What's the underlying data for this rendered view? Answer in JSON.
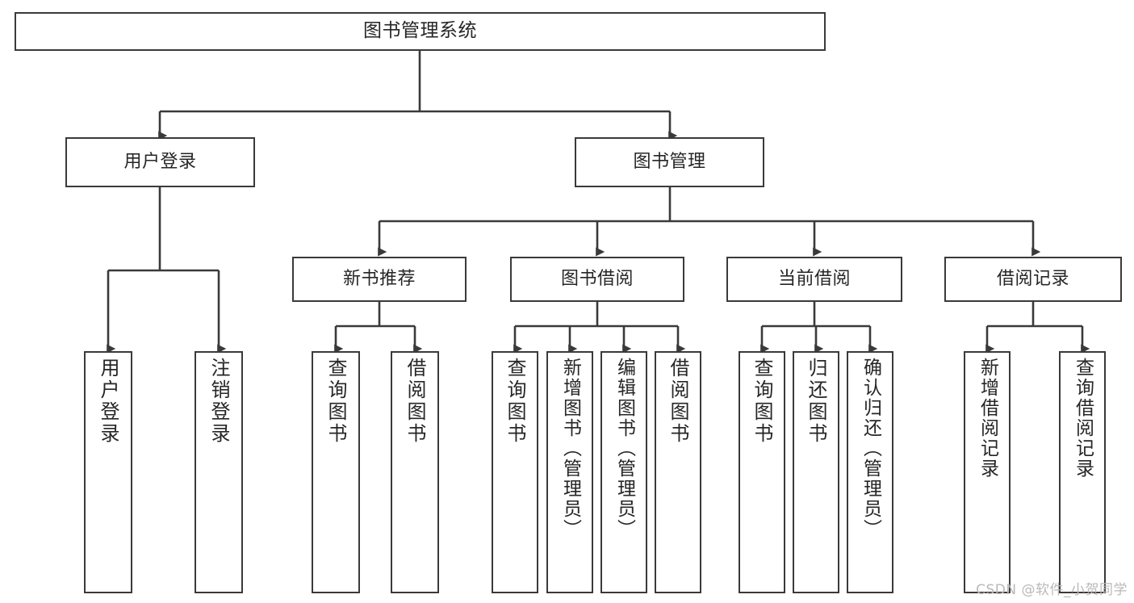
{
  "diagram": {
    "title": "图书管理系统",
    "type": "tree",
    "stroke_color": "#3a3a3a",
    "fill_color": "#ffffff",
    "text_color": "#262626",
    "root": {
      "id": "root",
      "label": "图书管理系统"
    },
    "level2": [
      {
        "id": "user-login",
        "label": "用户登录"
      },
      {
        "id": "book-manage",
        "label": "图书管理"
      }
    ],
    "level3": [
      {
        "id": "new-book-rec",
        "label": "新书推荐"
      },
      {
        "id": "book-borrow",
        "label": "图书借阅"
      },
      {
        "id": "current-borrow",
        "label": "当前借阅"
      },
      {
        "id": "borrow-record",
        "label": "借阅记录"
      }
    ],
    "leaves": [
      {
        "id": "leaf-user-login",
        "label": "用户登录",
        "parent": "user-login"
      },
      {
        "id": "leaf-logout",
        "label": "注销登录",
        "parent": "user-login"
      },
      {
        "id": "leaf-query-book-1",
        "label": "查询图书",
        "parent": "new-book-rec"
      },
      {
        "id": "leaf-borrow-book-1",
        "label": "借阅图书",
        "parent": "new-book-rec"
      },
      {
        "id": "leaf-query-book-2",
        "label": "查询图书",
        "parent": "book-borrow"
      },
      {
        "id": "leaf-add-book",
        "label": "新增图书（管理员）",
        "parent": "book-borrow"
      },
      {
        "id": "leaf-edit-book",
        "label": "编辑图书（管理员）",
        "parent": "book-borrow"
      },
      {
        "id": "leaf-borrow-book-2",
        "label": "借阅图书",
        "parent": "book-borrow"
      },
      {
        "id": "leaf-query-book-3",
        "label": "查询图书",
        "parent": "current-borrow"
      },
      {
        "id": "leaf-return-book",
        "label": "归还图书",
        "parent": "current-borrow"
      },
      {
        "id": "leaf-confirm-return",
        "label": "确认归还（管理员）",
        "parent": "current-borrow"
      },
      {
        "id": "leaf-add-record",
        "label": "新增借阅记录",
        "parent": "borrow-record"
      },
      {
        "id": "leaf-query-record",
        "label": "查询借阅记录",
        "parent": "borrow-record"
      }
    ]
  },
  "watermark": {
    "text": "CSDN @软件_小贺同学"
  }
}
